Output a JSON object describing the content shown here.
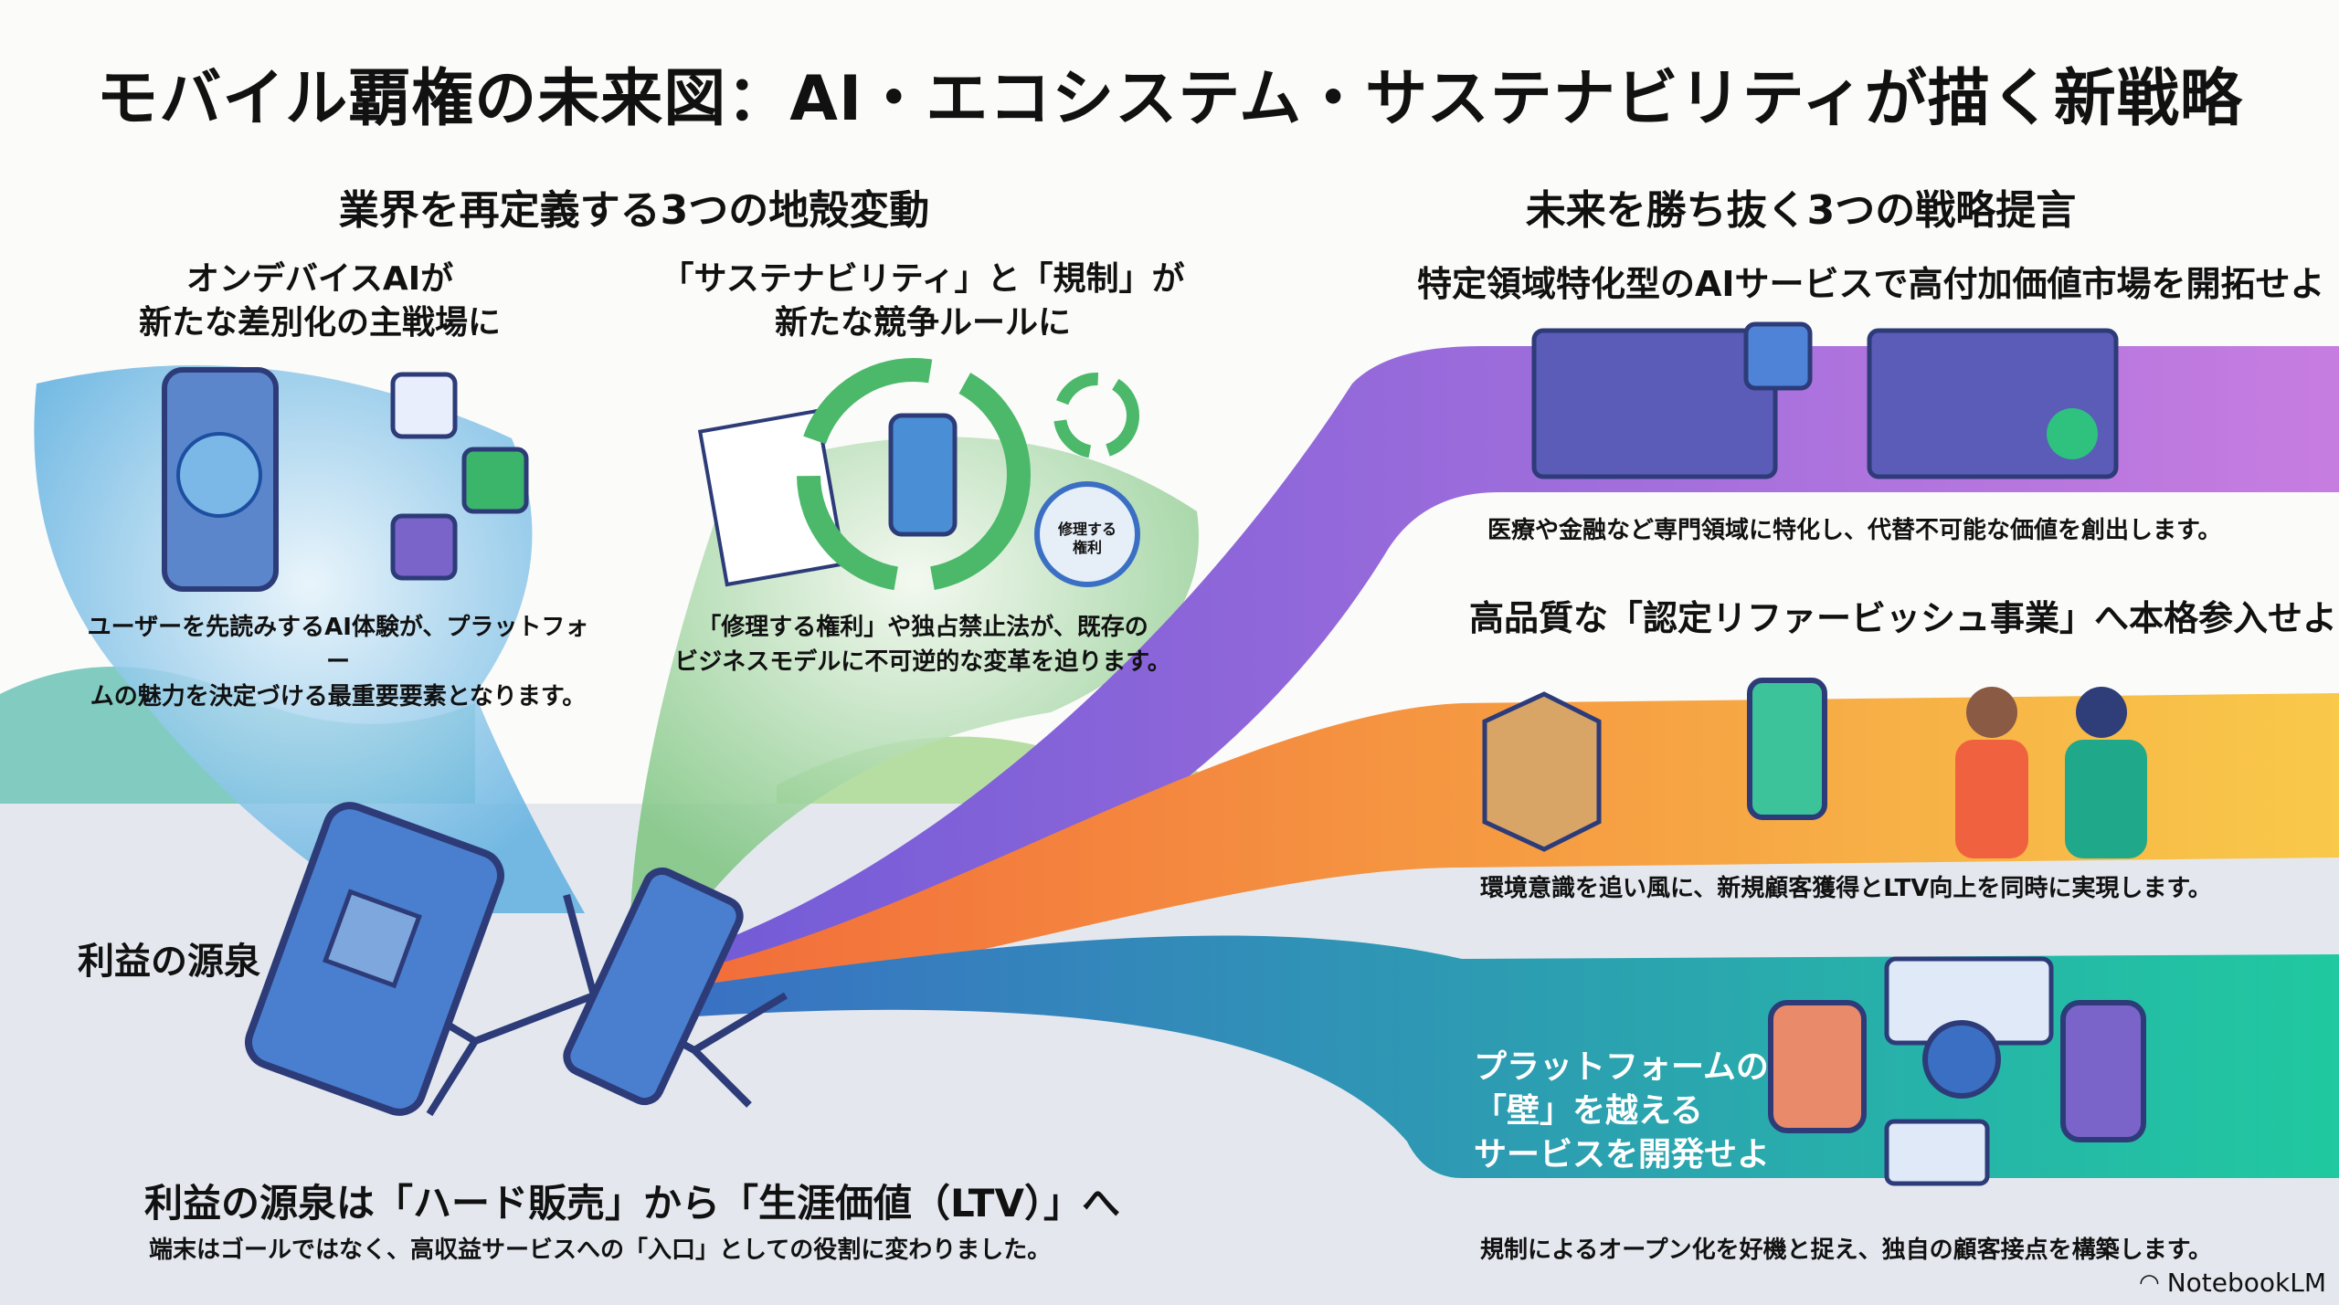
{
  "title": "モバイル覇権の未来図：AI・エコシステム・サステナビリティが描く新戦略",
  "left_section": {
    "heading": "業界を再定義する3つの地殻変動",
    "shifts": [
      {
        "title_line1": "オンデバイスAIが",
        "title_line2": "新たな差別化の主戦場に",
        "desc_line1": "ユーザーを先読みするAI体験が、プラットフォー",
        "desc_line2": "ムの魅力を決定づける最重要要素となります。",
        "icon": "brain-phone-icon"
      },
      {
        "title_line1": "「サステナビリティ」と「規制」が",
        "title_line2": "新たな競争ルールに",
        "desc_line1": "「修理する権利」や独占禁止法が、既存の",
        "desc_line2": "ビジネスモデルに不可逆的な変革を迫ります。",
        "badge": "修理する権利",
        "icon": "repair-cycle-icon"
      },
      {
        "label": "利益の源泉",
        "title": "利益の源泉は「ハード販売」から「生涯価値（LTV）」へ",
        "desc": "端末はゴールではなく、高収益サービスへの「入口」としての役割に変わりました。",
        "icon": "cracked-phone-icon"
      }
    ]
  },
  "right_section": {
    "heading": "未来を勝ち抜く3つの戦略提言",
    "strategies": [
      {
        "title": "特定領域特化型のAIサービスで高付加価値市場を開拓せよ",
        "desc": "医療や金融など専門領域に特化し、代替不可能な価値を創出します。",
        "color": "#9b5de5"
      },
      {
        "title": "高品質な「認定リファービッシュ事業」へ本格参入せよ",
        "desc": "環境意識を追い風に、新規顧客獲得とLTV向上を同時に実現します。",
        "color": "#f7893b"
      },
      {
        "title_line1": "プラットフォームの",
        "title_line2": "「壁」を越える",
        "title_line3": "サービスを開発せよ",
        "desc": "規制によるオープン化を好機と捉え、独自の顧客接点を構築します。",
        "color": "#1fb5a3"
      }
    ]
  },
  "brand": "NotebookLM"
}
